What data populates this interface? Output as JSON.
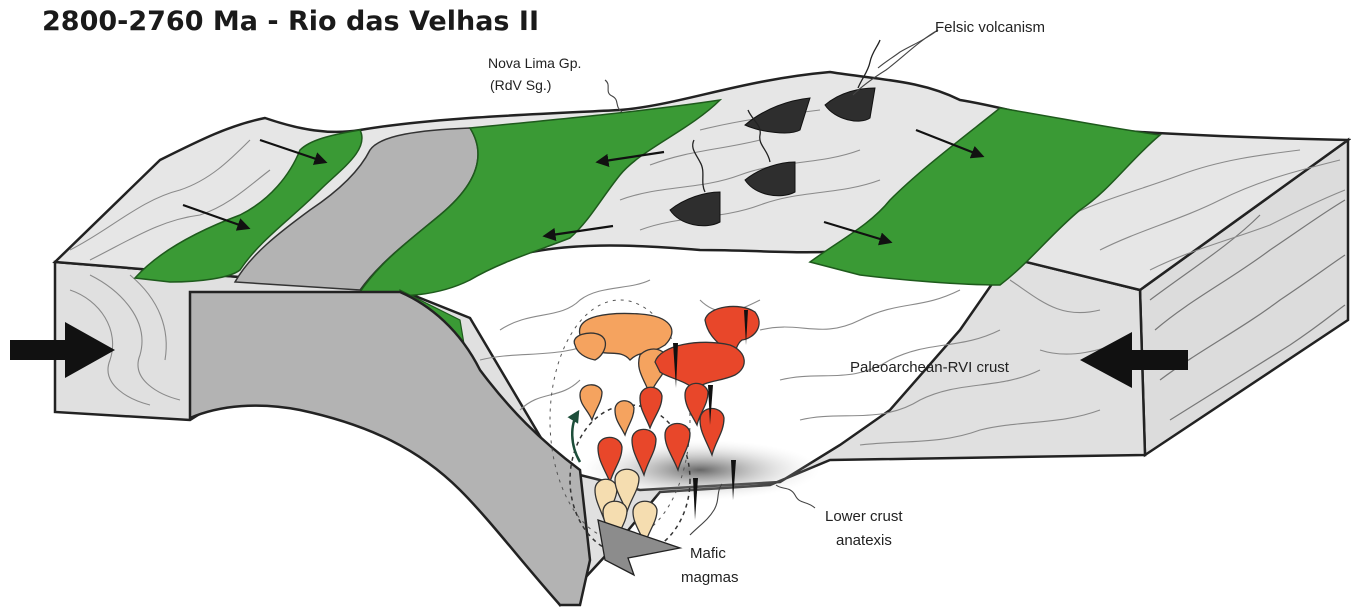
{
  "title": "2800-2760 Ma - Rio das Velhas II",
  "labels": {
    "felsic_volcanism": "Felsic volcanism",
    "nova_lima_line1": "Nova Lima Gp.",
    "nova_lima_line2": "(RdV Sg.)",
    "crust": "Paleoarchean-RVI crust",
    "lower_crust_line1": "Lower crust",
    "lower_crust_line2": "anatexis",
    "mafic_line1": "Mafic",
    "mafic_line2": "magmas"
  },
  "colors": {
    "crust_fill": "#e2e2e2",
    "green_belt": "#3a9a35",
    "slab": "#b3b3b3",
    "magma_orange": "#f5a35f",
    "magma_red": "#e8472a",
    "magma_cream": "#f5ddb0",
    "volcano": "#2e2e2e"
  }
}
